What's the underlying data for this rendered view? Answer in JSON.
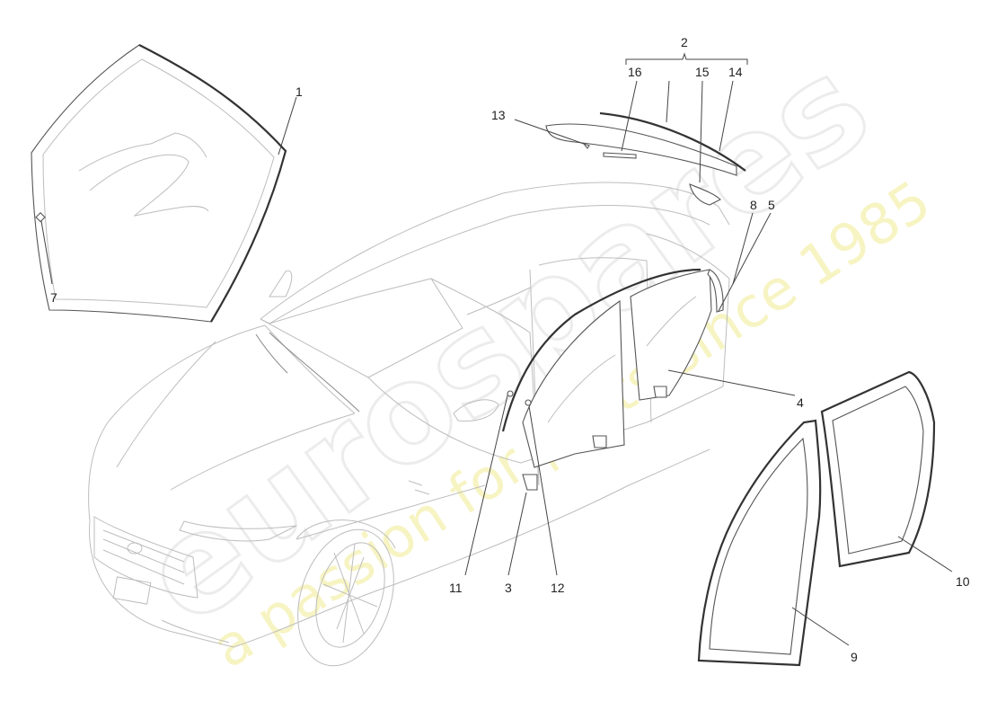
{
  "callouts": {
    "c1": "1",
    "c2": "2",
    "c3": "3",
    "c4": "4",
    "c5": "5",
    "c7": "7",
    "c8": "8",
    "c9": "9",
    "c10": "10",
    "c11": "11",
    "c12": "12",
    "c13": "13",
    "c14": "14",
    "c15": "15",
    "c16": "16"
  },
  "watermark": {
    "logo": "eurospares",
    "tagline": "a passion for parts since 1985"
  },
  "colors": {
    "line": "#555555",
    "car_outline": "#bdbdbd",
    "watermark_tagline": "#f2ee9c"
  }
}
